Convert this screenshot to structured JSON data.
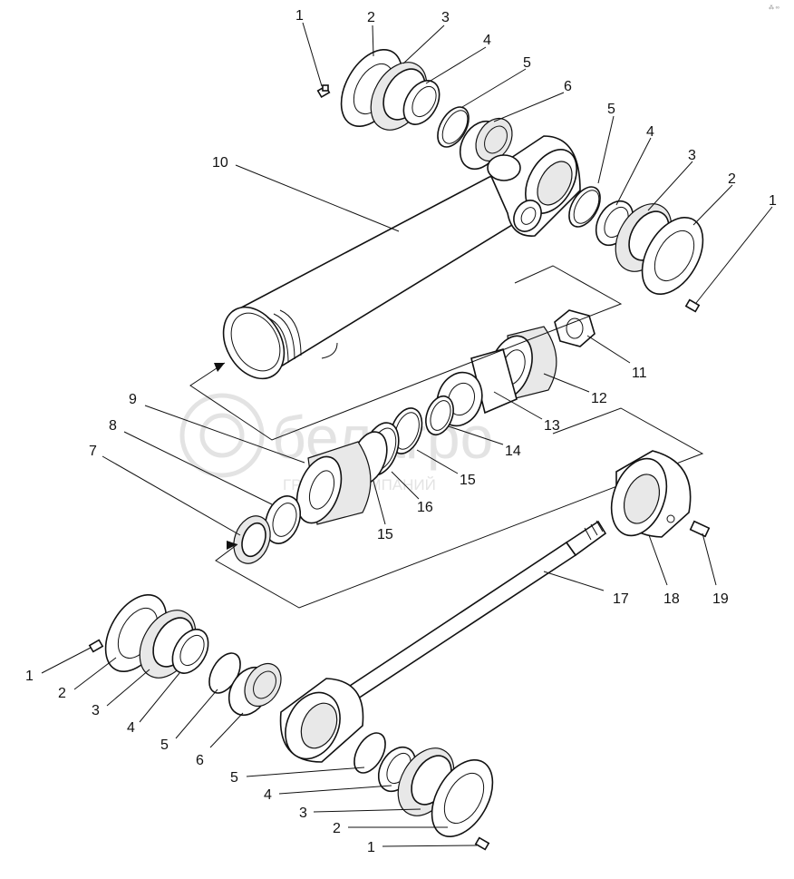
{
  "corner_mark": "⁂ ∞",
  "watermark": {
    "logo": "белагро",
    "tagline": "ГРУППА КОМПАНИЙ"
  },
  "labels": {
    "top_1": "1",
    "top_2": "2",
    "top_3": "3",
    "top_4": "4",
    "top_5": "5",
    "top_6": "6",
    "r_5": "5",
    "r_4": "4",
    "r_3": "3",
    "r_2": "2",
    "r_1": "1",
    "l10": "10",
    "l11": "11",
    "l12": "12",
    "l13": "13",
    "l14": "14",
    "l15a": "15",
    "l15b": "15",
    "l16": "16",
    "l9": "9",
    "l8": "8",
    "l7": "7",
    "l17": "17",
    "l18": "18",
    "l19": "19",
    "bl_1": "1",
    "bl_2": "2",
    "bl_3": "3",
    "bl_4": "4",
    "bl_5": "5",
    "bl_6": "6",
    "br_5": "5",
    "br_4": "4",
    "br_3": "3",
    "br_2": "2",
    "br_1": "1"
  }
}
